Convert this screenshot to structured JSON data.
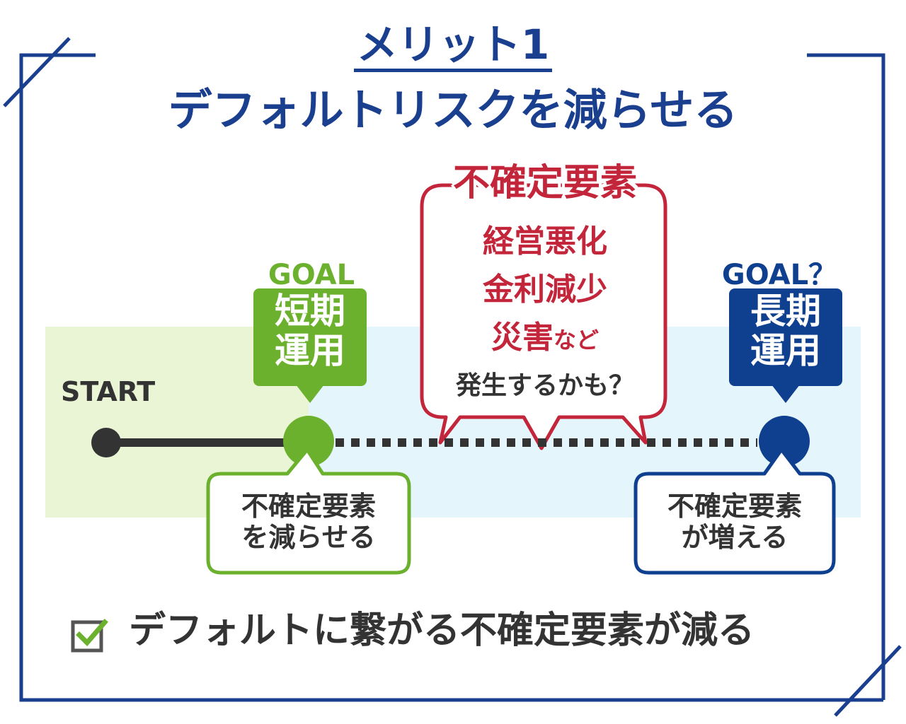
{
  "title": {
    "line1": "メリット1",
    "line2": "デフォルトリスクを減らせる"
  },
  "timeline": {
    "start_label": "START",
    "short_goal": {
      "goal_word": "GOAL",
      "line1": "短期",
      "line2": "運用",
      "callout_line1": "不確定要素",
      "callout_line2": "を減らせる"
    },
    "long_goal": {
      "goal_word": "GOAL？",
      "line1": "長期",
      "line2": "運用",
      "callout_line1": "不確定要素",
      "callout_line2": "が増える"
    }
  },
  "uncertainty": {
    "heading": "不確定要素",
    "items": [
      "経営悪化",
      "金利減少"
    ],
    "item3_main": "災害",
    "item3_suffix": "など",
    "question": "発生するかも？"
  },
  "summary": "デフォルトに繋がる不確定要素が減る",
  "colors": {
    "navy": "#1b3f8f",
    "green": "#6cb12e",
    "blue": "#0f3f8f",
    "red": "#c3263a",
    "green_band": "#eaf5d6",
    "blue_band": "#e4f5fb"
  },
  "icons": [
    "checkbox-icon"
  ]
}
